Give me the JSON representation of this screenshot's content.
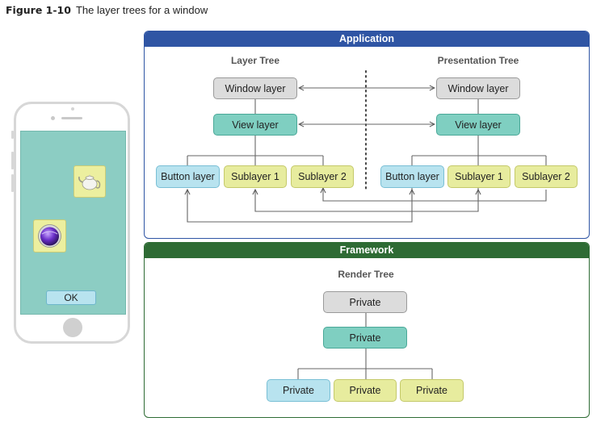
{
  "caption": {
    "label": "Figure 1-10",
    "text": "The layer trees for a window"
  },
  "application": {
    "header": "Application",
    "layer_tree": {
      "title": "Layer Tree",
      "root": "Window layer",
      "view": "View layer",
      "children": [
        "Button layer",
        "Sublayer 1",
        "Sublayer 2"
      ]
    },
    "presentation_tree": {
      "title": "Presentation Tree",
      "root": "Window layer",
      "view": "View layer",
      "children": [
        "Button layer",
        "Sublayer 1",
        "Sublayer 2"
      ]
    }
  },
  "framework": {
    "header": "Framework",
    "render_tree": {
      "title": "Render Tree",
      "root": "Private",
      "view": "Private",
      "children": [
        "Private",
        "Private",
        "Private"
      ]
    }
  },
  "phone": {
    "ok_label": "OK",
    "tile_icons": [
      "teapot-icon",
      "orb-icon"
    ]
  },
  "colors": {
    "application_header": "#2f55a4",
    "framework_header": "#2e6b34",
    "gray_node": "#dcdcdc",
    "teal_node": "#7fcfc1",
    "blue_node": "#b8e3ef",
    "yellow_node": "#e7ec9e",
    "phone_screen": "#8ccdc3"
  }
}
